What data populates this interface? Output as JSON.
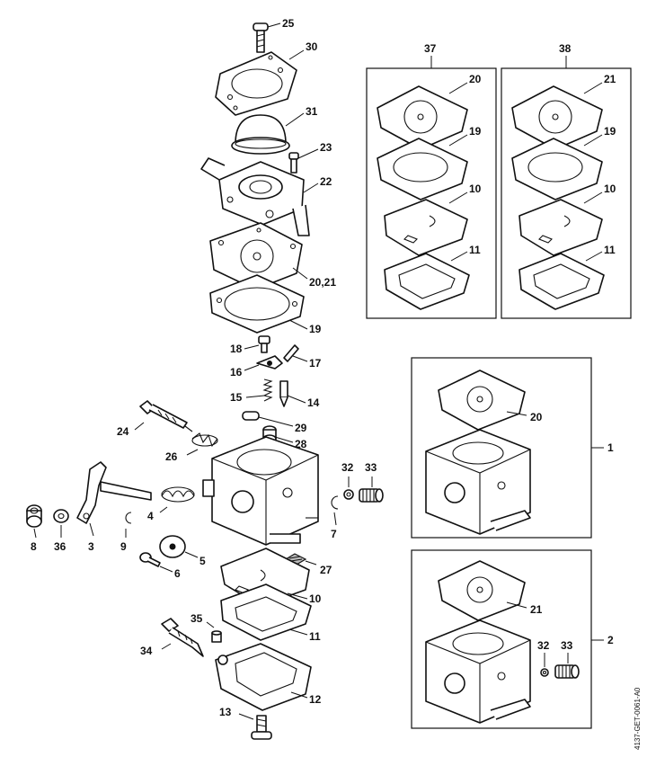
{
  "diagram": {
    "reference_code": "4137-GET-0061-A0",
    "callouts": {
      "p25": "25",
      "p30": "30",
      "p31": "31",
      "p23": "23",
      "p22": "22",
      "p20_21": "20,21",
      "p19": "19",
      "p18": "18",
      "p17": "17",
      "p16": "16",
      "p15": "15",
      "p14": "14",
      "p29": "29",
      "p24": "24",
      "p28": "28",
      "p26": "26",
      "p32": "32",
      "p33": "33",
      "p4": "4",
      "p7": "7",
      "p8": "8",
      "p36": "36",
      "p3": "3",
      "p9": "9",
      "p5": "5",
      "p6": "6",
      "p27": "27",
      "p10": "10",
      "p35": "35",
      "p11": "11",
      "p34": "34",
      "p12": "12",
      "p13": "13"
    },
    "kit37": {
      "title": "37",
      "c20": "20",
      "c19": "19",
      "c10": "10",
      "c11": "11"
    },
    "kit38": {
      "title": "38",
      "c21": "21",
      "c19": "19",
      "c10": "10",
      "c11": "11"
    },
    "assembly1": {
      "title": "1",
      "c20": "20"
    },
    "assembly2": {
      "title": "2",
      "c21": "21",
      "c32": "32",
      "c33": "33"
    }
  }
}
